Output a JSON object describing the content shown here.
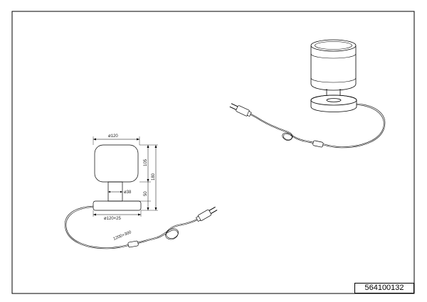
{
  "drawing": {
    "product_code": "564100132",
    "dimensions": {
      "shade_diameter": "ø120",
      "shade_height": "105",
      "total_height": "180",
      "stem_diameter": "ø38",
      "stem_height": "50",
      "base": "ø120×25",
      "cable_length": "1200+300"
    }
  }
}
